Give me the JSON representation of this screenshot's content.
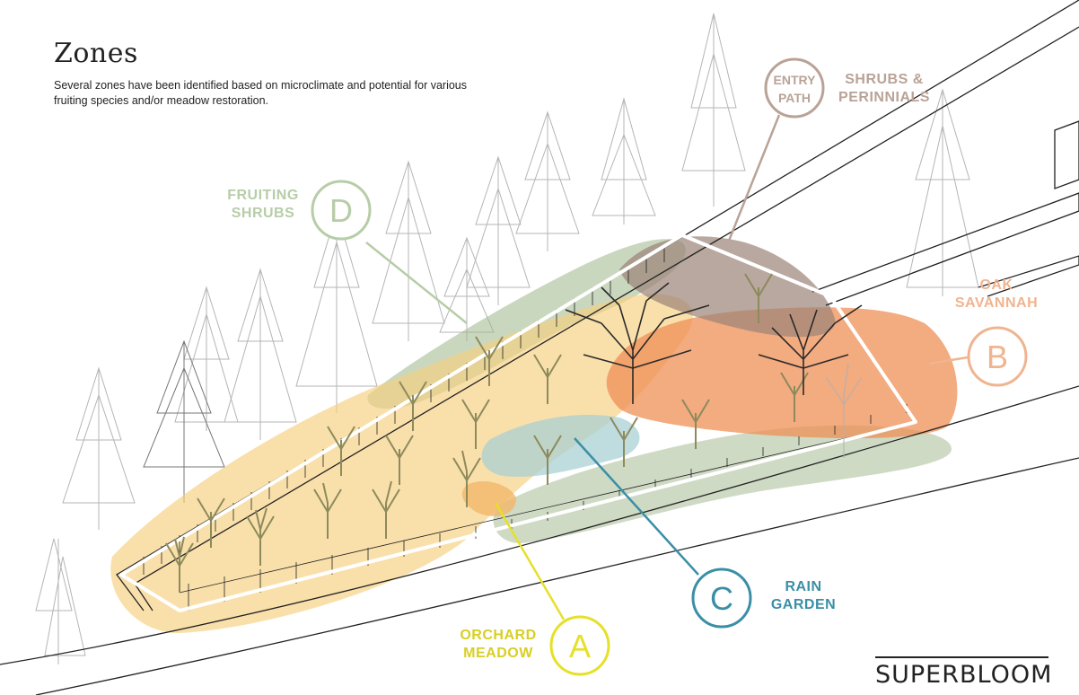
{
  "header": {
    "title": "Zones",
    "description": "Several zones have been identified based on microclimate and potential for various fruiting species and/or meadow restoration."
  },
  "zones": [
    {
      "letter": "A",
      "name_line1": "ORCHARD",
      "name_line2": "MEADOW",
      "color": "#e6e02a"
    },
    {
      "letter": "B",
      "name_line1": "OAK",
      "name_line2": "SAVANNAH",
      "color": "#f0b48f"
    },
    {
      "letter": "C",
      "name_line1": "RAIN",
      "name_line2": "GARDEN",
      "color": "#3a8fa6"
    },
    {
      "letter": "D",
      "name_line1": "FRUITING",
      "name_line2": "SHRUBS",
      "color": "#b7cda8"
    }
  ],
  "callouts": {
    "entry_line1": "ENTRY",
    "entry_line2": "PATH",
    "shrubs_line1": "SHRUBS &",
    "shrubs_line2": "PERINNIALS",
    "color": "#b9a396"
  },
  "brand": "SUPERBLOOM"
}
